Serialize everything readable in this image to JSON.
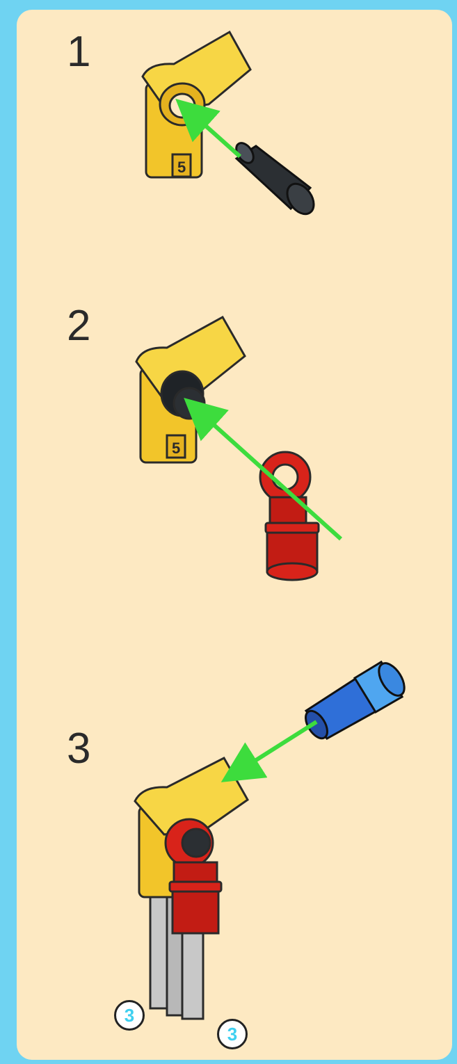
{
  "steps": [
    {
      "number": "1"
    },
    {
      "number": "2"
    },
    {
      "number": "3"
    }
  ],
  "part_label": "5",
  "quantity_badges": [
    "3",
    "3"
  ],
  "colors": {
    "background": "#6fd3f2",
    "panel": "#fde9c2",
    "arrow": "#3ddc3d",
    "yellow": "#f2c52a",
    "red": "#d8231a",
    "blue": "#2f6fd8",
    "grey": "#c8c8c8",
    "black": "#2b2f33"
  }
}
